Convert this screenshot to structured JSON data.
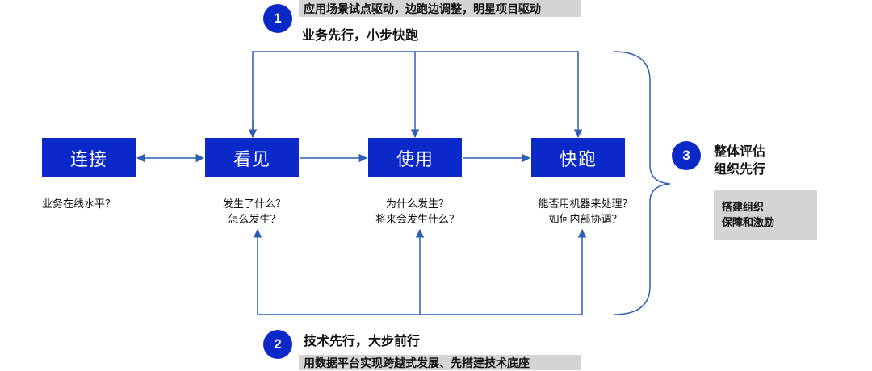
{
  "stages": [
    {
      "label": "连接",
      "question_lines": [
        "业务在线水平？"
      ]
    },
    {
      "label": "看见",
      "question_lines": [
        "发生了什么？",
        "怎么发生？"
      ]
    },
    {
      "label": "使用",
      "question_lines": [
        "为什么发生？",
        "将来会发生什么？"
      ]
    },
    {
      "label": "快跑",
      "question_lines": [
        "能否用机器来处理？",
        "如何内部协调？"
      ]
    }
  ],
  "top": {
    "number": "1",
    "banner": "应用场景试点驱动，边跑边调整，明星项目驱动",
    "strategy": "业务先行，小步快跑"
  },
  "bottom": {
    "number": "2",
    "strategy": "技术先行，大步前行",
    "banner": "用数据平台实现跨越式发展、先搭建技术底座"
  },
  "right": {
    "number": "3",
    "title_lines": [
      "整体评估",
      "组织先行"
    ],
    "box_lines": [
      "搭建组织",
      "保障和激励"
    ]
  },
  "colors": {
    "primary": "#0b28c8",
    "line": "#2d5db8",
    "panel": "#d4d4d4"
  }
}
